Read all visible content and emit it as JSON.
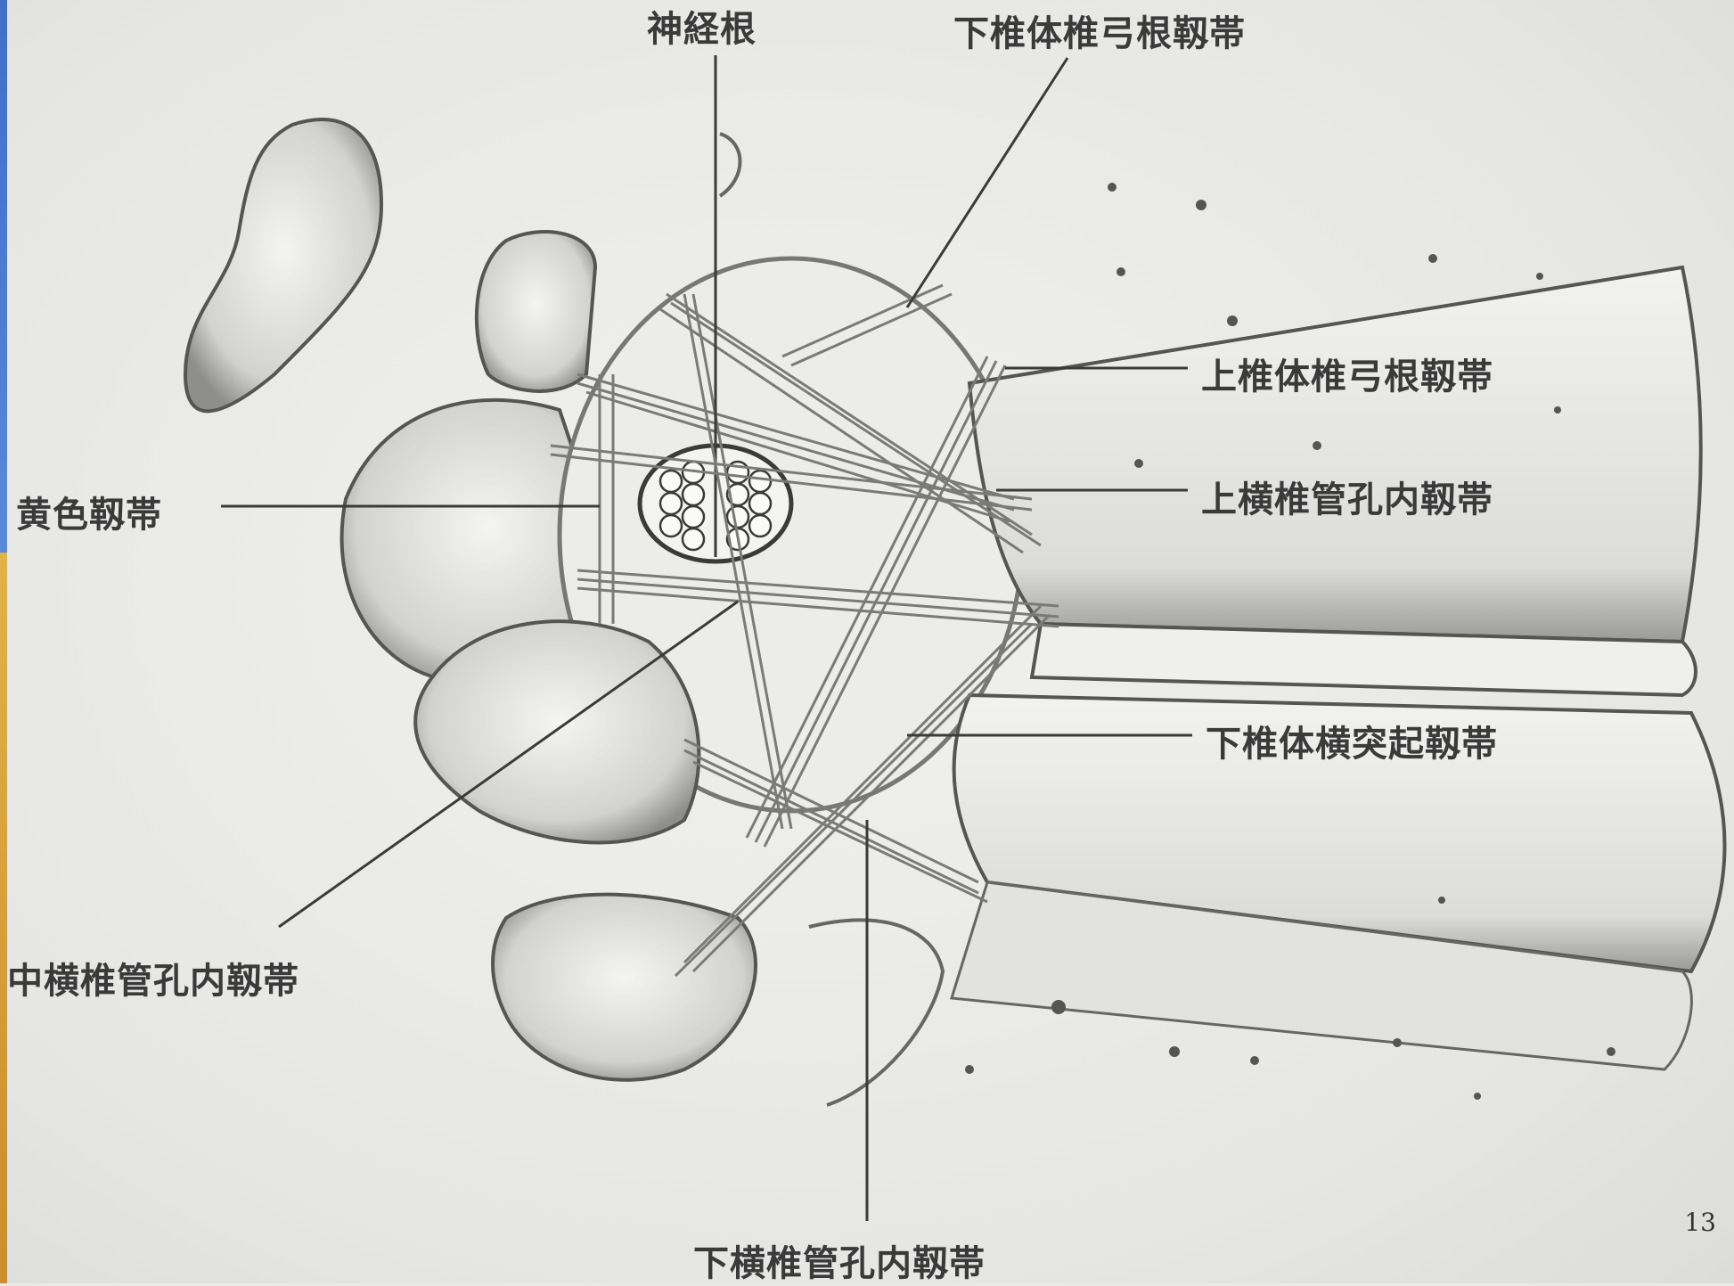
{
  "labels": {
    "nerve_root": "神経根",
    "lower_body_pedicle_ligament": "下椎体椎弓根靱帯",
    "upper_body_pedicle_ligament": "上椎体椎弓根靱帯",
    "upper_transforaminal_ligament": "上横椎管孔内靱帯",
    "ligamentum_flavum": "黄色靱帯",
    "lower_body_transverse_process_ligament": "下椎体横突起靱帯",
    "middle_transforaminal_ligament": "中横椎管孔内靱帯",
    "lower_transforaminal_ligament": "下横椎管孔内靱帯"
  },
  "page_number": "13",
  "colors": {
    "background": "#e9e9e7",
    "line": "#3a3a3a",
    "accent_blue": "#3f6fc9",
    "accent_gold": "#d9a640"
  }
}
